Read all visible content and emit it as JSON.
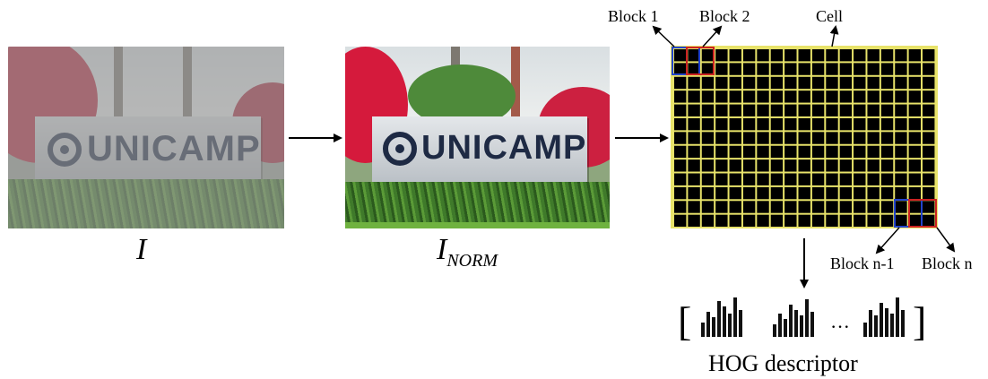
{
  "labels": {
    "input_image": "I",
    "normalized_image_main": "I",
    "normalized_image_sub": "NORM",
    "block1": "Block 1",
    "block2": "Block 2",
    "cell": "Cell",
    "block_n_minus_1": "Block n-1",
    "block_n": "Block n",
    "ellipsis": "···",
    "descriptor": "HOG descriptor",
    "bracket_open": "[",
    "bracket_close": "]"
  },
  "sign_text": "UNICAMP",
  "histograms": [
    [
      16,
      28,
      22,
      40,
      34,
      26,
      44,
      30
    ],
    [
      14,
      26,
      20,
      36,
      30,
      24,
      42,
      28
    ],
    [
      16,
      30,
      24,
      38,
      32,
      26,
      44,
      30
    ]
  ],
  "colors": {
    "grid_line": "#e8e36a",
    "block_blue": "#2244cc",
    "block_red": "#cc2222"
  }
}
